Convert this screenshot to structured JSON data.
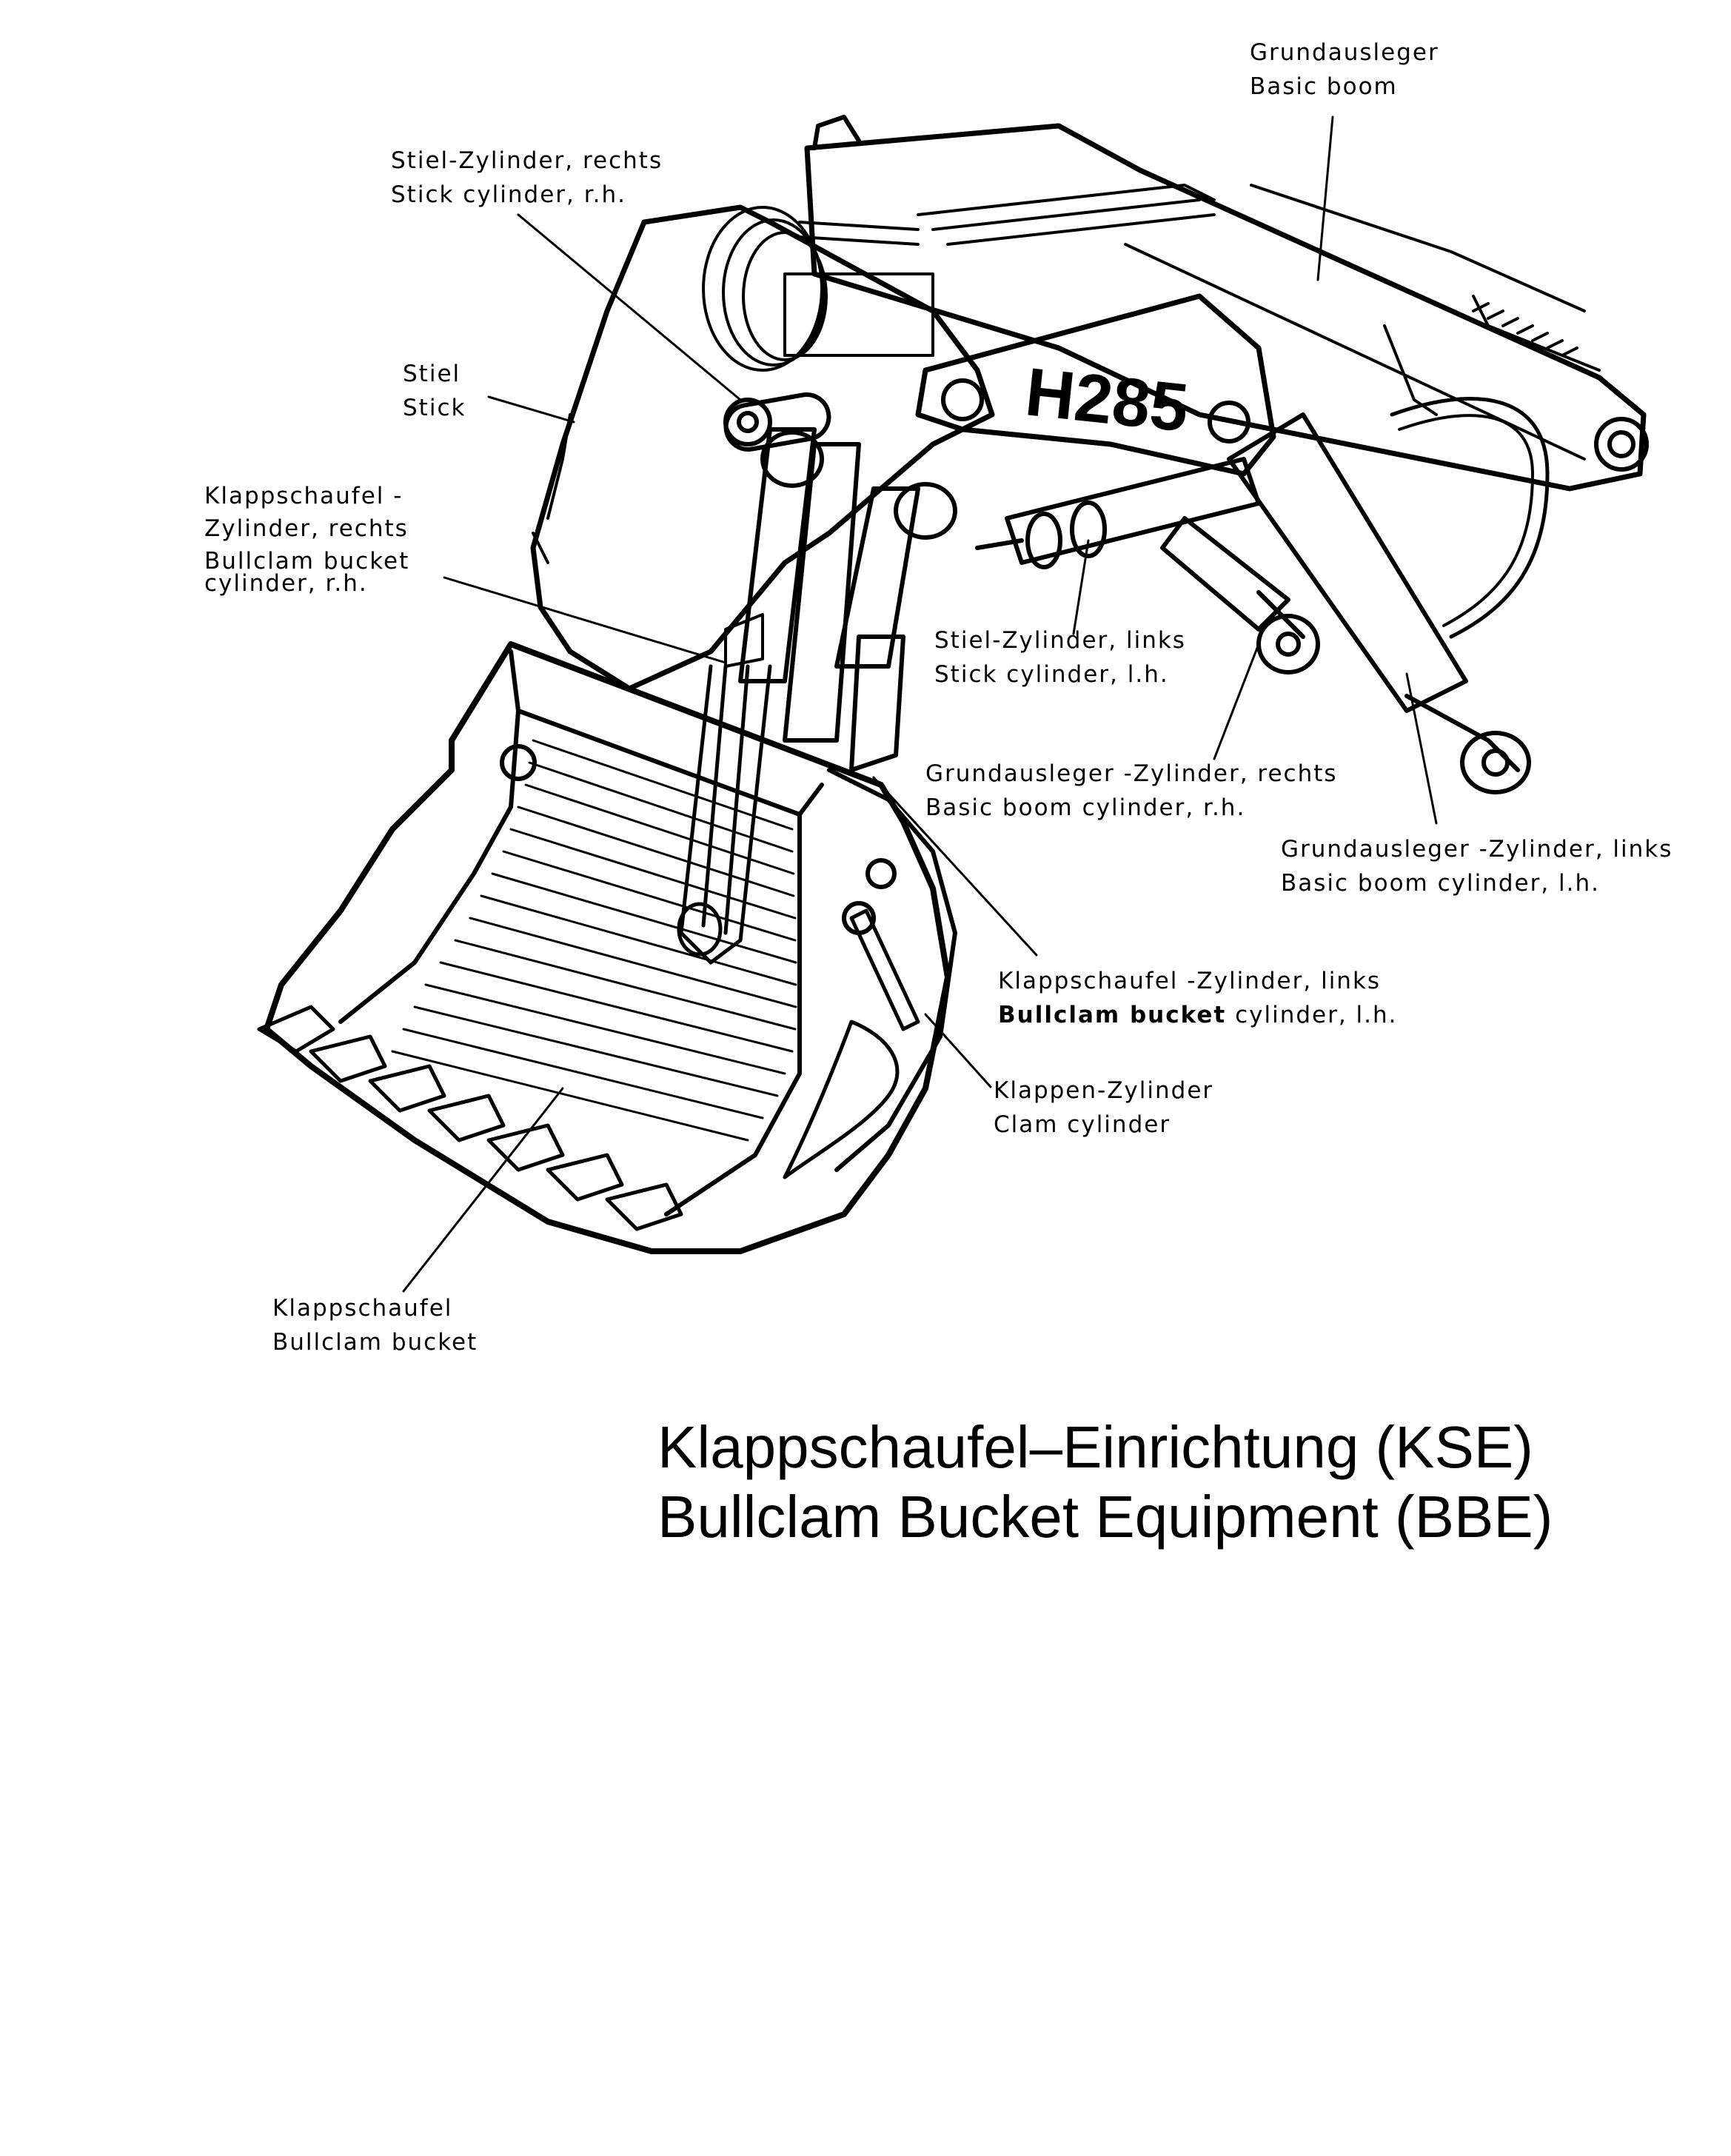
{
  "model": "H285",
  "title": {
    "line1": "Klappschaufel–Einrichtung (KSE)",
    "line2": "Bullclam Bucket Equipment (BBE)"
  },
  "labels": {
    "basic_boom": {
      "de": "Grundausleger",
      "en": "Basic boom"
    },
    "stick_cyl_rh": {
      "de": "Stiel-Zylinder, rechts",
      "en": "Stick cylinder, r.h."
    },
    "stick": {
      "de": "Stiel",
      "en": "Stick"
    },
    "bucket_cyl_rh": {
      "de1": "Klappschaufel -",
      "de2": "Zylinder, rechts",
      "en1": "Bullclam bucket",
      "en2": "cylinder, r.h."
    },
    "stick_cyl_lh": {
      "de": "Stiel-Zylinder, links",
      "en": "Stick cylinder, l.h."
    },
    "boom_cyl_rh": {
      "de": "Grundausleger -Zylinder, rechts",
      "en": "Basic boom cylinder, r.h."
    },
    "boom_cyl_lh": {
      "de": "Grundausleger -Zylinder, links",
      "en": "Basic boom cylinder, l.h."
    },
    "bucket_cyl_lh": {
      "de": "Klappschaufel -Zylinder, links",
      "en_bold": "Bullclam bucket",
      "en_rest": " cylinder, l.h."
    },
    "clam_cyl": {
      "de": "Klappen-Zylinder",
      "en": "Clam cylinder"
    },
    "bucket": {
      "de": "Klappschaufel",
      "en": "Bullclam bucket"
    }
  }
}
